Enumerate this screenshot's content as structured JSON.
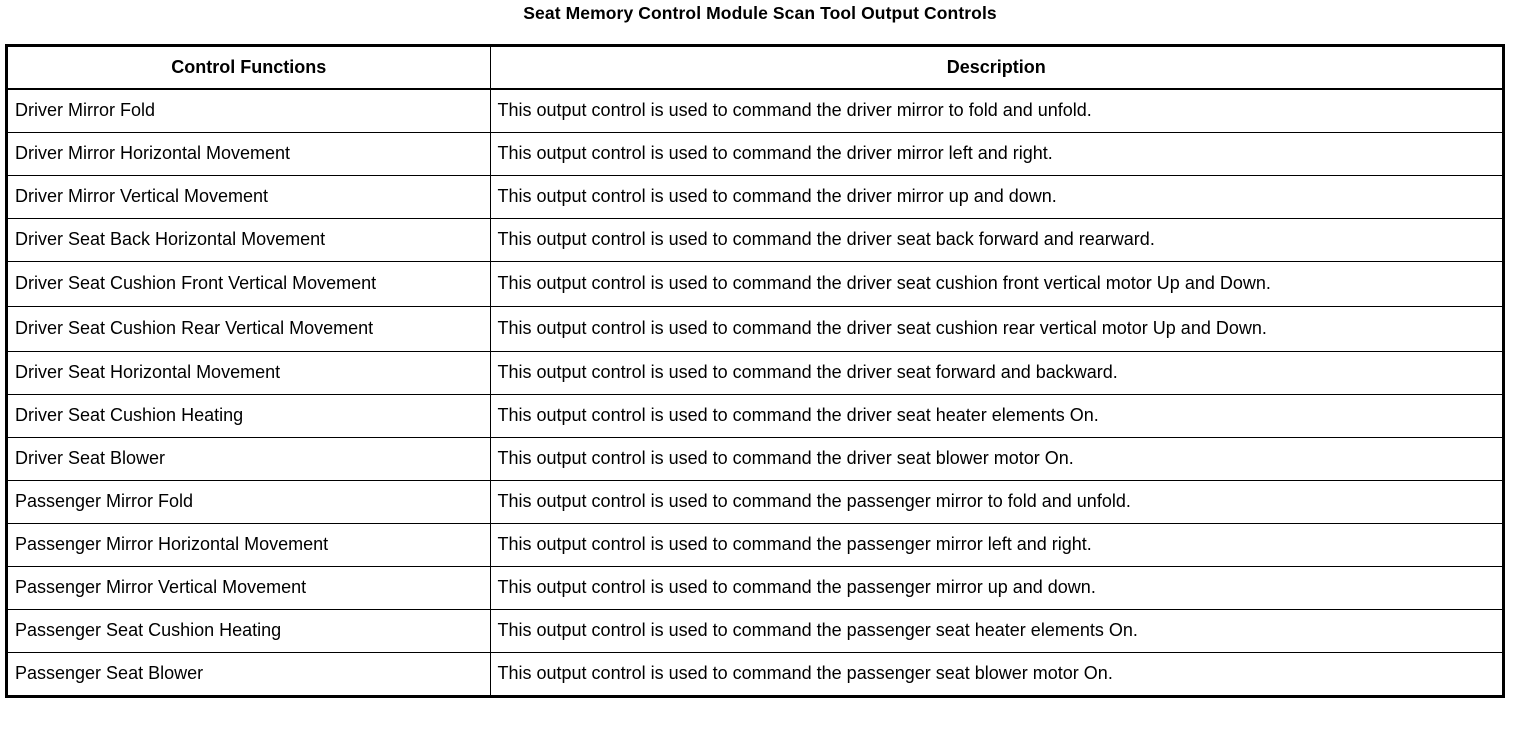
{
  "document": {
    "title": "Seat Memory Control Module Scan Tool Output Controls"
  },
  "table": {
    "headers": {
      "control_functions": "Control Functions",
      "description": "Description"
    },
    "rows": [
      {
        "control_function": "Driver Mirror Fold",
        "description": "This output control is used to command the driver mirror to fold and unfold.",
        "tall": false
      },
      {
        "control_function": "Driver Mirror Horizontal Movement",
        "description": "This output control is used to command the driver mirror left and right.",
        "tall": false
      },
      {
        "control_function": "Driver Mirror Vertical Movement",
        "description": "This output control is used to command the driver mirror up and down.",
        "tall": false
      },
      {
        "control_function": "Driver Seat Back Horizontal Movement",
        "description": "This output control is used to command the driver seat back forward and rearward.",
        "tall": false
      },
      {
        "control_function": "Driver Seat Cushion Front Vertical Movement",
        "description": "This output control is used to command the driver seat cushion front vertical motor Up and Down.",
        "tall": true
      },
      {
        "control_function": "Driver Seat Cushion Rear Vertical Movement",
        "description": "This output control is used to command the driver seat cushion rear vertical motor Up and Down.",
        "tall": true
      },
      {
        "control_function": "Driver Seat Horizontal Movement",
        "description": "This output control is used to command the driver seat forward and backward.",
        "tall": false
      },
      {
        "control_function": "Driver Seat Cushion Heating",
        "description": "This output control is used to command the driver seat heater elements On.",
        "tall": false
      },
      {
        "control_function": "Driver Seat Blower",
        "description": "This output control is used to command the driver seat blower motor On.",
        "tall": false
      },
      {
        "control_function": "Passenger Mirror Fold",
        "description": "This output control is used to command the passenger mirror to fold and unfold.",
        "tall": false
      },
      {
        "control_function": "Passenger Mirror Horizontal Movement",
        "description": "This output control is used to command the passenger mirror left and right.",
        "tall": false
      },
      {
        "control_function": "Passenger Mirror Vertical Movement",
        "description": "This output control is used to command the passenger mirror up and down.",
        "tall": false
      },
      {
        "control_function": "Passenger Seat Cushion Heating",
        "description": "This output control is used to command the passenger seat heater elements On.",
        "tall": false
      },
      {
        "control_function": "Passenger Seat Blower",
        "description": "This output control is used to command the passenger seat blower motor On.",
        "tall": false
      }
    ]
  },
  "colors": {
    "text": "#000000",
    "background": "#ffffff",
    "border": "#000000"
  }
}
